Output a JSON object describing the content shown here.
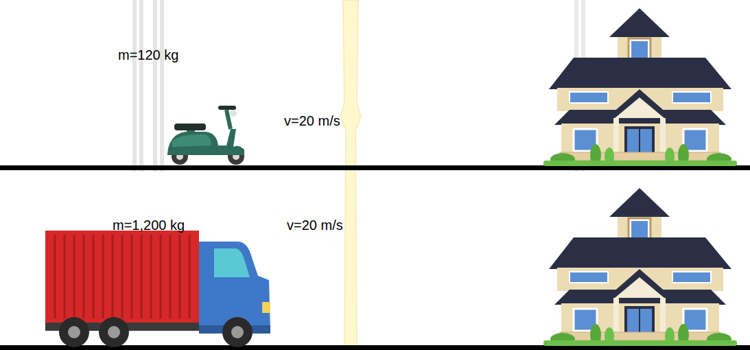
{
  "diagram": {
    "labels": [
      "m=120 kg",
      "v=20 m/s",
      "m=1,200 kg",
      "v=20 m/s"
    ]
  }
}
